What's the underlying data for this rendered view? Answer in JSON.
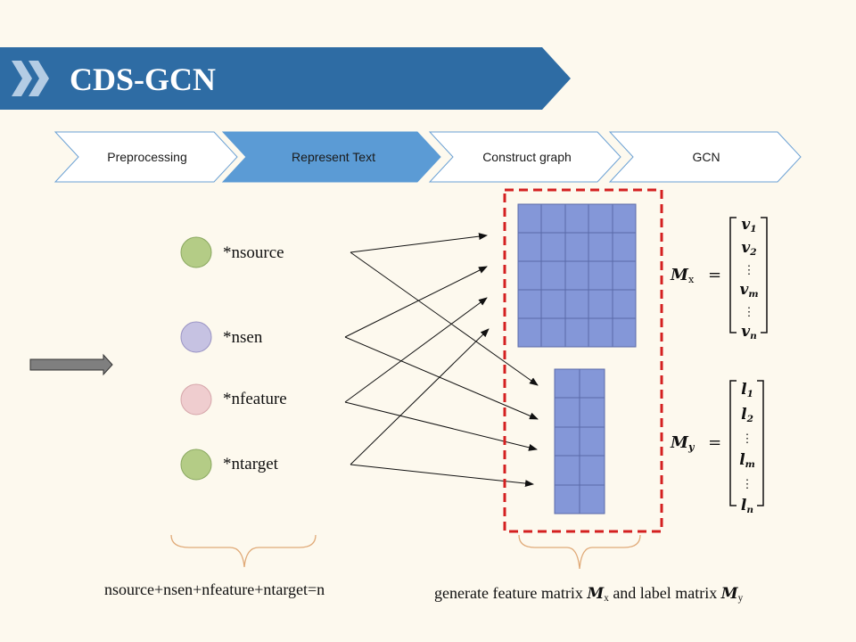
{
  "title": "CDS-GCN",
  "steps": [
    "Preprocessing",
    "Represent Text",
    "Construct graph",
    "GCN"
  ],
  "active_step": "Represent Text",
  "nodes": [
    {
      "label": "*nsource",
      "color": "#b4cc86"
    },
    {
      "label": "*nsen",
      "color": "#c6c2e2"
    },
    {
      "label": "*nfeature",
      "color": "#efcdcf"
    },
    {
      "label": "*ntarget",
      "color": "#b4cc86"
    }
  ],
  "caption_left": "nsource+nsen+nfeature+ntarget=n",
  "caption_right": {
    "prefix": "generate feature matrix ",
    "mx": "M",
    "mx_sub": "x",
    "middle": " and label matrix ",
    "my": "M",
    "my_sub": "y"
  },
  "matrix_x": {
    "lhs": "M",
    "lhs_sub": "x",
    "eq": "=",
    "rows": [
      {
        "base": "v",
        "sub": "1"
      },
      {
        "base": "v",
        "sub": "2"
      },
      {
        "base": "⋮",
        "sub": ""
      },
      {
        "base": "v",
        "sub": "m"
      },
      {
        "base": "⋮",
        "sub": ""
      },
      {
        "base": "v",
        "sub": "n"
      }
    ]
  },
  "matrix_y": {
    "lhs": "M",
    "lhs_sub": "y",
    "eq": "=",
    "rows": [
      {
        "base": "l",
        "sub": "1"
      },
      {
        "base": "l",
        "sub": "2"
      },
      {
        "base": "⋮",
        "sub": ""
      },
      {
        "base": "l",
        "sub": "m"
      },
      {
        "base": "⋮",
        "sub": ""
      },
      {
        "base": "l",
        "sub": "n"
      }
    ]
  },
  "colors": {
    "title_bg": "#2e6ca4",
    "chevron_light": "#b4cce4",
    "step_active": "#5b9bd5",
    "step_border": "#6aa0d4",
    "grid_fill": "#8497d8",
    "dashed_box": "#d42020",
    "brace": "#e0aa78"
  }
}
